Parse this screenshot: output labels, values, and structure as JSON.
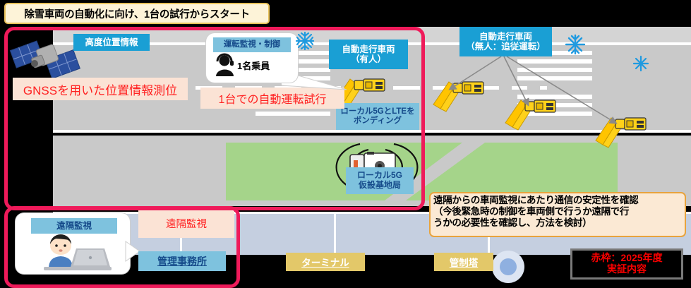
{
  "title": {
    "text": "除雪車両の自動化に向け、1台の試行からスタート"
  },
  "labels": {
    "satellite_info": "高度位置情報",
    "gnss_note": "GNSSを用いた位置情報測位",
    "driving_monitor": "運転監視・制御",
    "crew_count": "1名乗員",
    "single_trial_note": "1台での自動運転試行",
    "manned_vehicle": "自動走行車両\n（有人）",
    "manned_vehicle_line1": "自動走行車両",
    "manned_vehicle_line2": "（有人）",
    "bonding_line1": "ローカル5GとLTEを",
    "bonding_line2": "ボンディング",
    "unmanned_vehicle_line1": "自動走行車両",
    "unmanned_vehicle_line2": "（無人：追従運転）",
    "base_station_line1": "ローカル5G",
    "base_station_line2": "仮設基地局",
    "remote_monitor_bubble": "遠隔監視",
    "remote_monitor_note": "遠隔監視",
    "admin_office": "管理事務所",
    "terminal": "ターミナル",
    "control_tower": "管制塔"
  },
  "note": {
    "line1": "遠隔からの車両監視にあたり通信の安定性を確認",
    "line2": "（今後緊急時の制御を車両側で行うか遠隔で行",
    "line3": "うかの必要性を確認し、方法を検討）"
  },
  "legend": {
    "line1": "赤枠：2025年度",
    "line2": "実証内容"
  },
  "icons": {
    "satellite": "satellite-icon",
    "operator": "headset-operator-icon",
    "snowflake": "snowflake-icon",
    "snowplow": "snowplow-vehicle-icon",
    "base_station_van": "base-station-van-icon",
    "remote_worker": "remote-worker-laptop-icon",
    "radio_wave": "radio-wave-icon",
    "radar_dot": "radar-dot-icon"
  },
  "colors": {
    "accent_blue": "#1a9fd4",
    "soft_blue": "#7ec2de",
    "red_frame": "#ef1a5a",
    "red_text": "#ff2020",
    "peach": "#fbe3d5",
    "gold": "#e3c869",
    "vehicle_yellow": "#ffd11a",
    "grass_green": "#a5d48a",
    "pavement_gray": "#c9c9c9",
    "terminal_gray": "#c5cfe0",
    "title_bg": "#fdf3d8",
    "title_border": "#e8c15a",
    "note_bg": "#fbe9d4",
    "note_border": "#e8a33d"
  }
}
